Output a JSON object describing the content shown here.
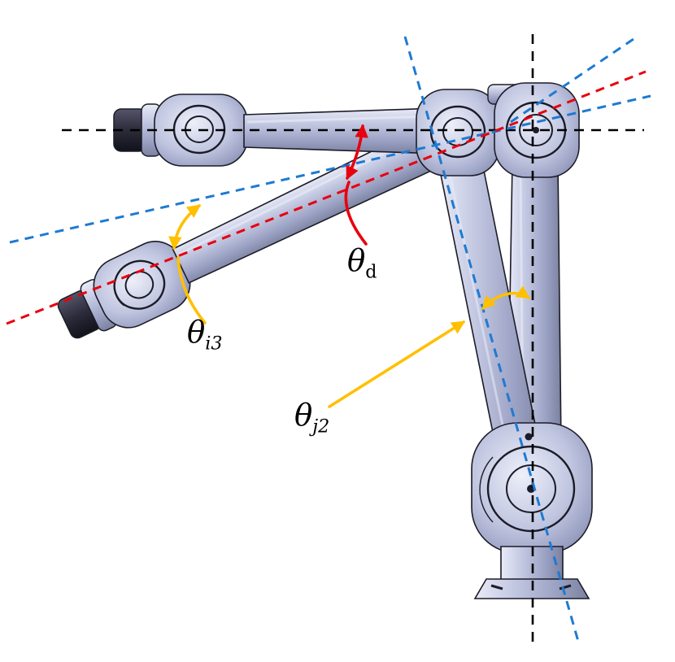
{
  "figure": {
    "background": "#ffffff"
  },
  "labels": {
    "theta_d": {
      "symbol": "θ",
      "sub": "d"
    },
    "theta_i3": {
      "symbol": "θ",
      "sub": "i3"
    },
    "theta_j2": {
      "symbol": "θ",
      "sub": "j2"
    }
  },
  "colors": {
    "axis_black": "#000000",
    "guide_blue": "#1e7ad2",
    "guide_red": "#e8000d",
    "annotation_red": "#e8000d",
    "annotation_yellow": "#ffc000",
    "robot_body": "#bcc1dd",
    "robot_outline": "#1c1c28"
  }
}
